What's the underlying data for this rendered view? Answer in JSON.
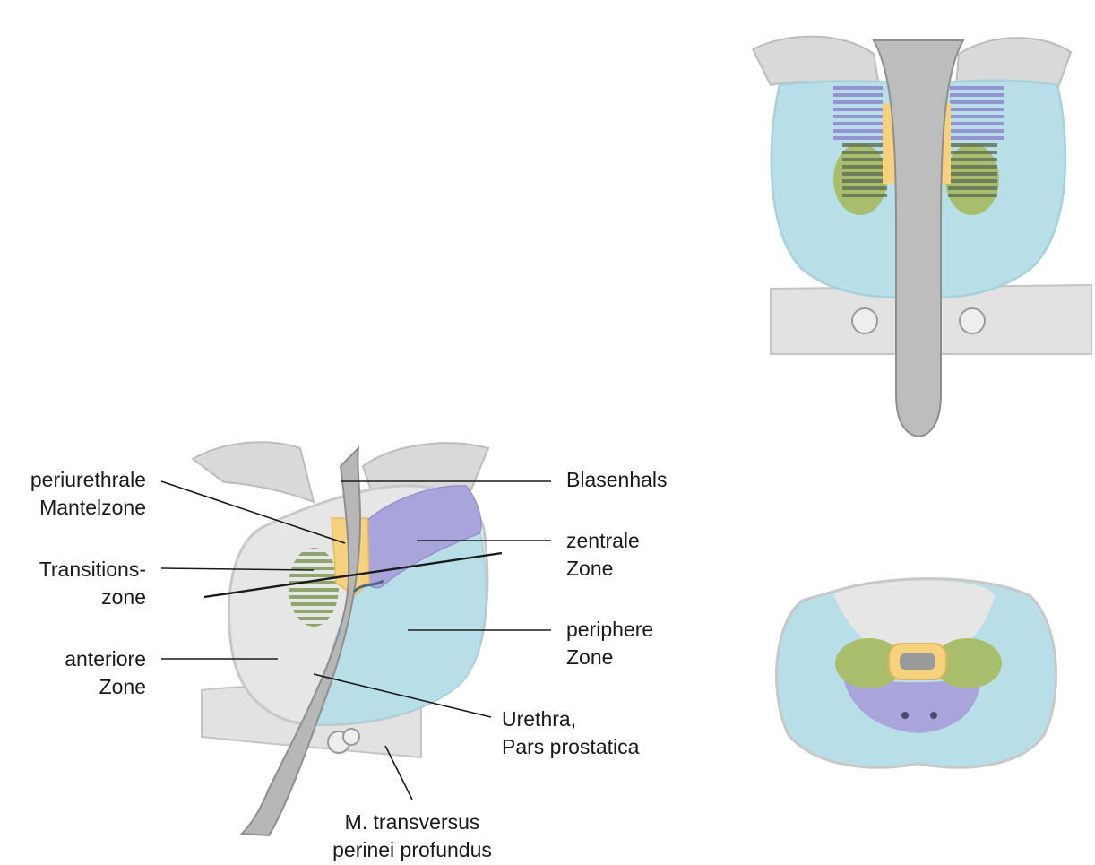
{
  "labels": {
    "periurethral": [
      "periurethrale",
      "Mantelzone"
    ],
    "transition": [
      "Transitions-",
      "zone"
    ],
    "anterior": [
      "anteriore",
      "Zone"
    ],
    "bladder_neck": [
      "Blasenhals"
    ],
    "central": [
      "zentrale",
      "Zone"
    ],
    "peripheral": [
      "periphere",
      "Zone"
    ],
    "urethra": [
      "Urethra,",
      "Pars prostatica"
    ],
    "muscle": [
      "M. transversus",
      "perinei profundus"
    ]
  },
  "zone_colors": {
    "periurethral": "#f6d27e",
    "transition": "#a8be6c",
    "anterior": "#e6e6e6",
    "central": "#a9a5dc",
    "peripheral": "#b8dfe8"
  }
}
